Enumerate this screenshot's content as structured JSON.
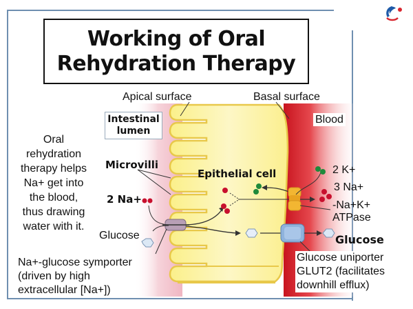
{
  "title": {
    "line1": "Working of Oral",
    "line2": "Rehydration Therapy"
  },
  "labels": {
    "apical_surface": "Apical surface",
    "basal_surface": "Basal surface",
    "intestinal_lumen_1": "Intestinal",
    "intestinal_lumen_2": "lumen",
    "blood": "Blood",
    "microvilli": "Microvilli",
    "epithelial_cell": "Epithelial cell",
    "two_na": "2 Na+",
    "glucose_left": "Glucose",
    "two_k": "2 K+",
    "three_na": "3 Na+",
    "atpase_1": "-Na+K+",
    "atpase_2": "ATPase",
    "glucose_right": "Glucose",
    "symporter_1": "Na+-glucose symporter",
    "symporter_2": "(driven by high",
    "symporter_3": "extracellular [Na+])",
    "uniporter_1": "Glucose uniporter",
    "uniporter_2": "GLUT2 (facilitates",
    "uniporter_3": "downhill efflux)"
  },
  "description": {
    "lines": [
      "Oral",
      "rehydration",
      "therapy helps",
      "Na+ get into",
      "the blood,",
      "thus drawing",
      "water with it."
    ]
  },
  "colors": {
    "frame": "#6f8fb0",
    "cell_fill": "#fbf3a8",
    "cell_border": "#e8c84a",
    "lumen_pink": "#f4c6cf",
    "blood_red": "#d8262e",
    "sodium": "#c8102e",
    "potassium": "#1f8a3b",
    "glucose": "#dce8f5",
    "atpase": "#f2b632",
    "glut2": "#8fb3dc",
    "symporter": "#b89fb5"
  },
  "logo": {
    "name": "brand-logo"
  }
}
